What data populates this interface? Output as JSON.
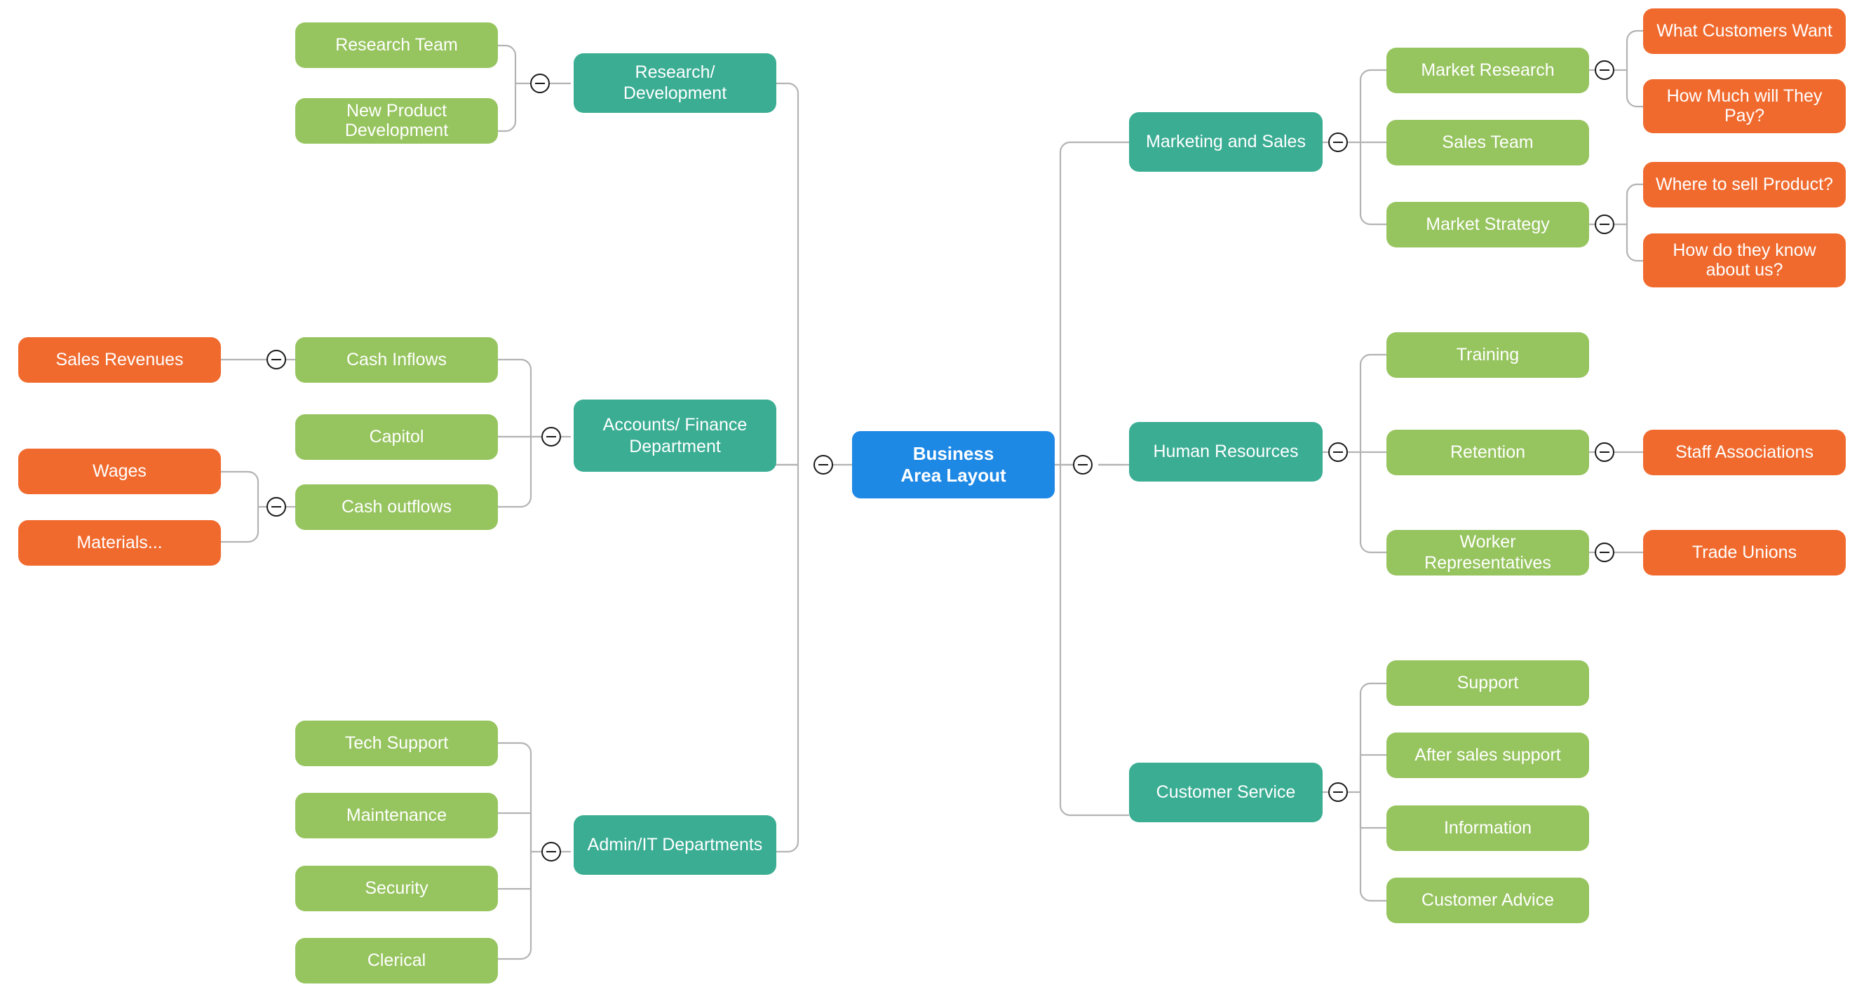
{
  "diagram": {
    "title": "Business Area Layout",
    "type": "mind-map",
    "background": "#ffffff",
    "colors": {
      "root": "#1e88e5",
      "main_branch": "#3aad93",
      "sub_branch": "#96c45e",
      "leaf": "#f06a2e",
      "connector": "#b3b3b3",
      "toggle_outline": "#1a1a1a",
      "text": "#ffffff"
    },
    "toggle_icon": "collapse-minus-icon"
  },
  "root": {
    "label": "Business\nArea Layout",
    "line1": "Business",
    "line2": "Area Layout"
  },
  "nodes": {
    "research_development": "Research/ Development",
    "research_team": "Research Team",
    "new_product_development": "New Product Development",
    "new_product_development_l1": "New Product",
    "new_product_development_l2": "Development",
    "accounts_finance": "Accounts/ Finance Department",
    "accounts_finance_l1": "Accounts/ Finance",
    "accounts_finance_l2": "Department",
    "cash_inflows": "Cash Inflows",
    "capitol": "Capitol",
    "cash_outflows": "Cash outflows",
    "sales_revenues": "Sales Revenues",
    "wages": "Wages",
    "materials": "Materials...",
    "admin_it": "Admin/IT Departments",
    "tech_support": "Tech Support",
    "maintenance": "Maintenance",
    "security": "Security",
    "clerical": "Clerical",
    "marketing_sales": "Marketing and Sales",
    "market_research": "Market Research",
    "sales_team": "Sales Team",
    "market_strategy": "Market Strategy",
    "what_customers_want": "What Customers Want",
    "how_much_will_they_pay": "How Much will They Pay?",
    "where_to_sell_product": "Where to sell Product?",
    "how_do_they_know_about_us": "How do they know about us?",
    "human_resources": "Human Resources",
    "training": "Training",
    "retention": "Retention",
    "worker_representatives": "Worker Representatives",
    "staff_associations": "Staff Associations",
    "trade_unions": "Trade Unions",
    "customer_service": "Customer Service",
    "support": "Support",
    "after_sales_support": "After sales support",
    "information": "Information",
    "customer_advice": "Customer Advice"
  }
}
